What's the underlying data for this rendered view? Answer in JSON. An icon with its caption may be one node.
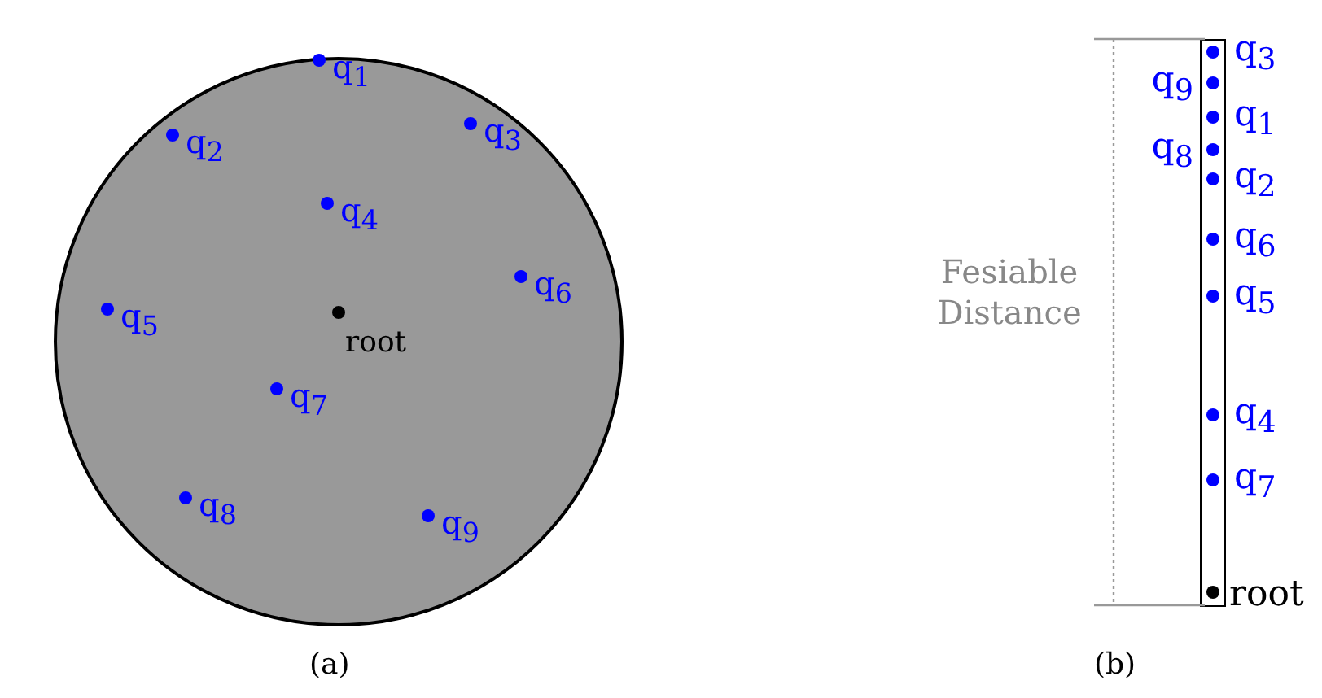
{
  "diagram": {
    "nodes": [
      {
        "text": [
          "q$_{1}$",
          "q$_{3}$",
          "q$_{2}$",
          "q$_{4}$",
          "q$_{6}$",
          "q$_{5}$",
          "root",
          "q$_{7}$",
          "q$_{8}$",
          "q$_{9}$"
        ]
      },
      {
        "text": [],
        "shape": "bar",
        "beside": [
          "q$_{3}$",
          "q$_{9}$",
          "q$_{1}$",
          "q$_{8}$",
          "q$_{2}$",
          "q$_{6}$",
          "q$_{5}$",
          "q$_{4}$",
          "q$_{7}$",
          "root"
        ]
      }
    ],
    "labels": [
      "Fesiable Distance",
      "(a)",
      "(b)"
    ]
  }
}
